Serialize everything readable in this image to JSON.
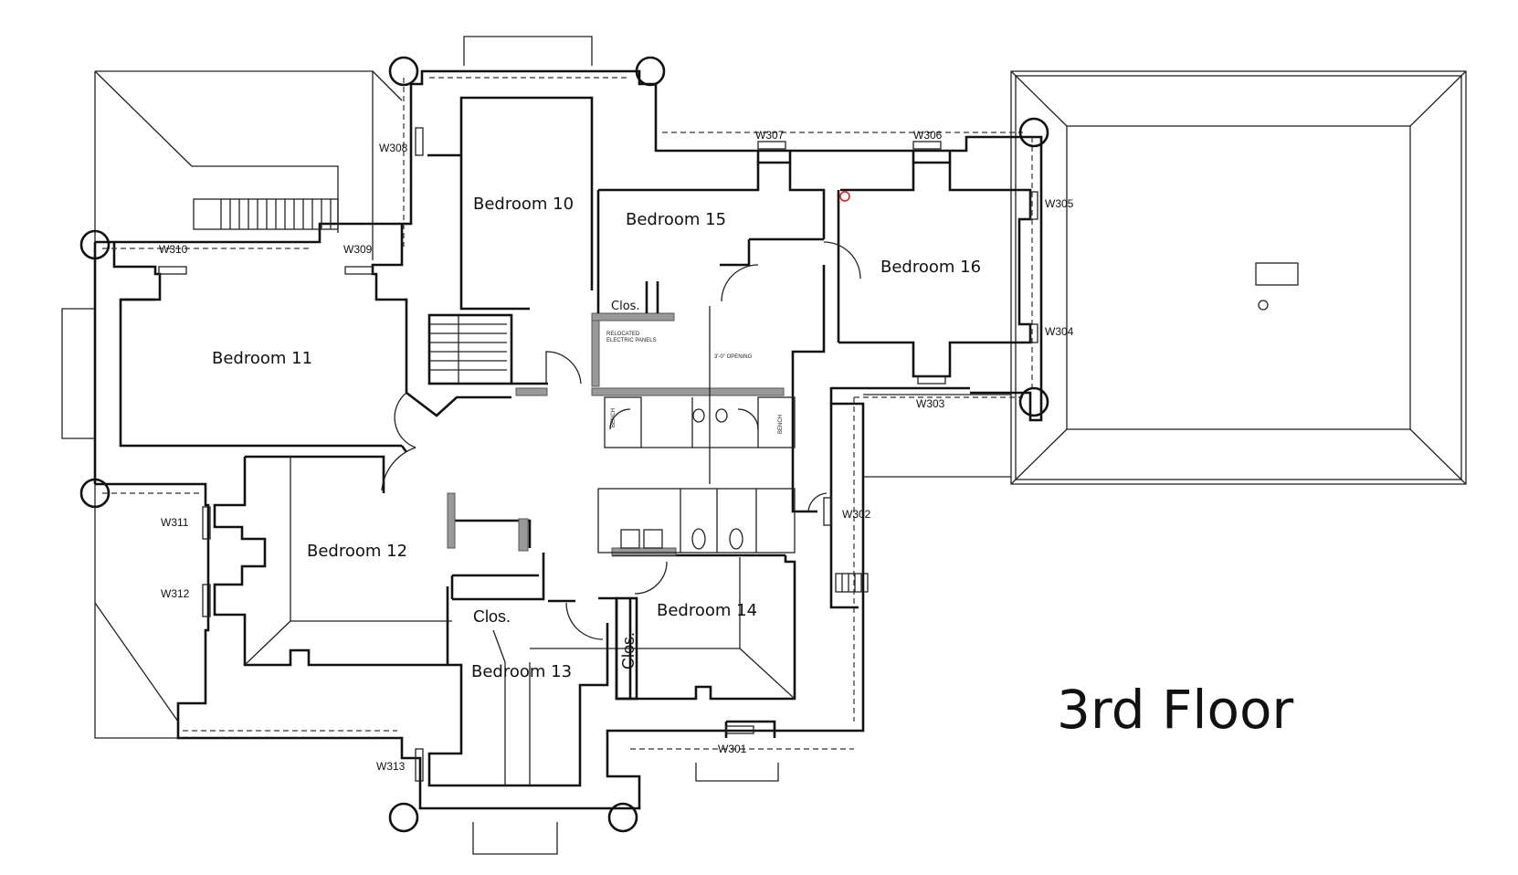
{
  "title": "3rd Floor",
  "rooms": [
    {
      "id": "bedroom-10",
      "label": "Bedroom 10"
    },
    {
      "id": "bedroom-11",
      "label": "Bedroom 11"
    },
    {
      "id": "bedroom-12",
      "label": "Bedroom 12"
    },
    {
      "id": "bedroom-13",
      "label": "Bedroom 13"
    },
    {
      "id": "bedroom-14",
      "label": "Bedroom 14"
    },
    {
      "id": "bedroom-15",
      "label": "Bedroom 15"
    },
    {
      "id": "bedroom-16",
      "label": "Bedroom 16"
    }
  ],
  "closets": [
    "Clos.",
    "Clos.",
    "Clos."
  ],
  "windows": [
    "W301",
    "W302",
    "W303",
    "W304",
    "W305",
    "W306",
    "W307",
    "W308",
    "W309",
    "W310",
    "W311",
    "W312",
    "W313"
  ],
  "notes": {
    "electric_panels_1": "RELOCATED",
    "electric_panels_2": "ELECTRIC PANELS",
    "opening": "3'-0\" OPENING",
    "bench": "BENCH"
  },
  "colors": {
    "wall": "#111111",
    "marker": "#e02020",
    "fill_gray": "#999999"
  }
}
